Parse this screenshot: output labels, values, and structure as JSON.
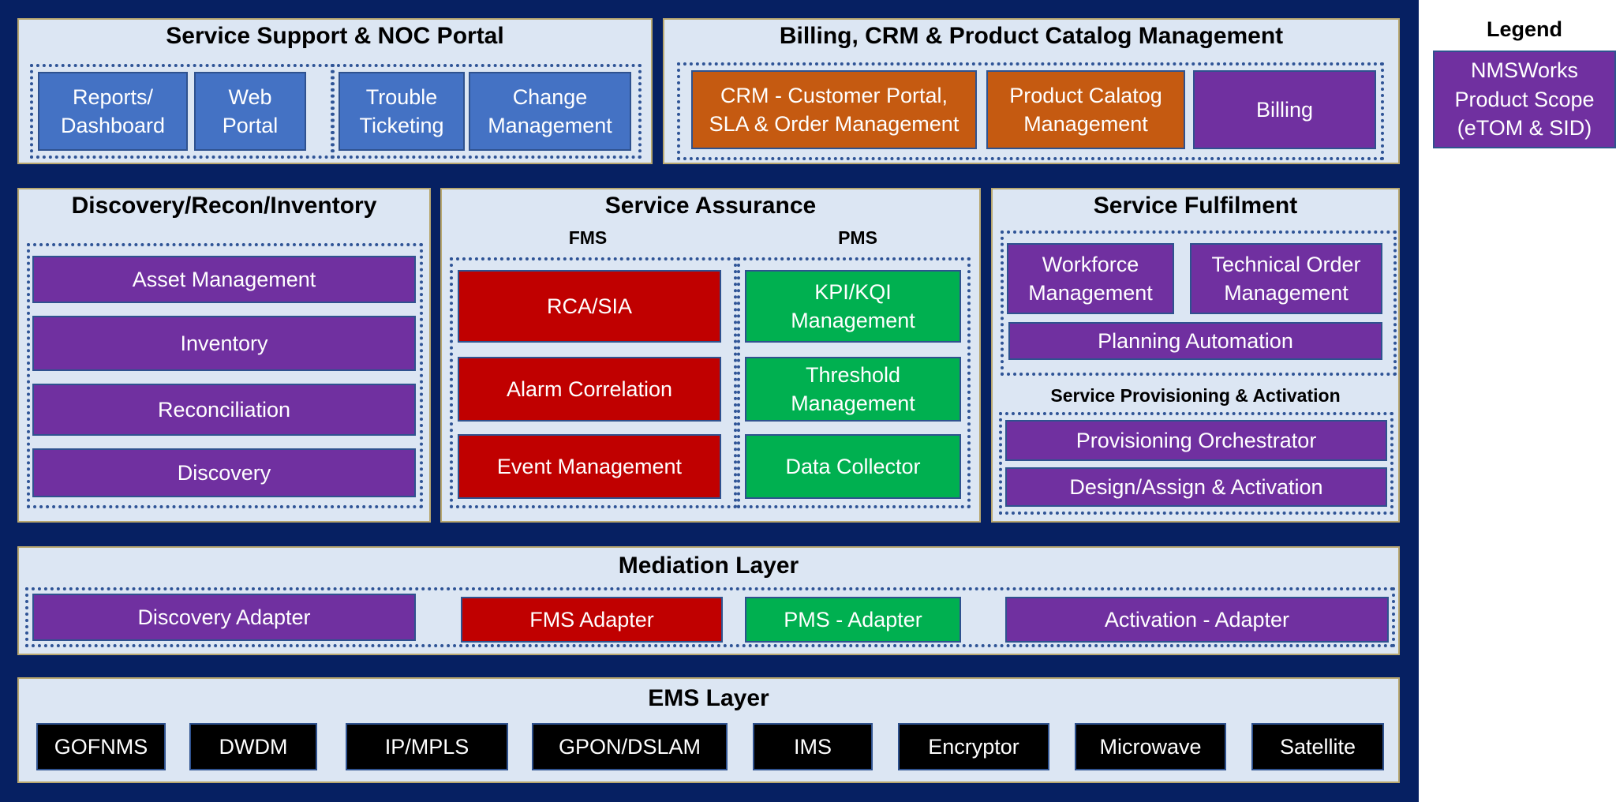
{
  "colors": {
    "frame": "#062062",
    "panel": "#dce6f3",
    "purple": "#7030a0",
    "blue": "#4472c4",
    "orange": "#c55a11",
    "red": "#c00000",
    "green": "#00b050",
    "black": "#000000",
    "dotted_border": "#2f5496"
  },
  "service_support": {
    "title": "Service Support & NOC Portal",
    "items": [
      "Reports/\nDashboard",
      "Web\nPortal",
      "Trouble\nTicketing",
      "Change\nManagement"
    ]
  },
  "billing": {
    "title": "Billing, CRM & Product Catalog Management",
    "items": [
      "CRM - Customer Portal,\nSLA & Order Management",
      "Product Calatog\nManagement",
      "Billing"
    ]
  },
  "discovery": {
    "title": "Discovery/Recon/Inventory",
    "items": [
      "Asset Management",
      "Inventory",
      "Reconciliation",
      "Discovery"
    ]
  },
  "assurance": {
    "title": "Service Assurance",
    "fms_label": "FMS",
    "pms_label": "PMS",
    "fms_items": [
      "RCA/SIA",
      "Alarm Correlation",
      "Event Management"
    ],
    "pms_items": [
      "KPI/KQI\nManagement",
      "Threshold\nManagement",
      "Data Collector"
    ]
  },
  "fulfilment": {
    "title": "Service Fulfilment",
    "items": [
      "Workforce\nManagement",
      "Technical Order\nManagement",
      "Planning Automation"
    ],
    "provisioning_label": "Service Provisioning & Activation",
    "provisioning_items": [
      "Provisioning Orchestrator",
      "Design/Assign & Activation"
    ]
  },
  "mediation": {
    "title": "Mediation Layer",
    "items": [
      "Discovery Adapter",
      "FMS Adapter",
      "PMS - Adapter",
      "Activation - Adapter"
    ]
  },
  "ems": {
    "title": "EMS Layer",
    "items": [
      "GOFNMS",
      "DWDM",
      "IP/MPLS",
      "GPON/DSLAM",
      "IMS",
      "Encryptor",
      "Microwave",
      "Satellite"
    ]
  },
  "legend": {
    "title": "Legend",
    "item": "NMSWorks\nProduct Scope\n(eTOM & SID)"
  }
}
